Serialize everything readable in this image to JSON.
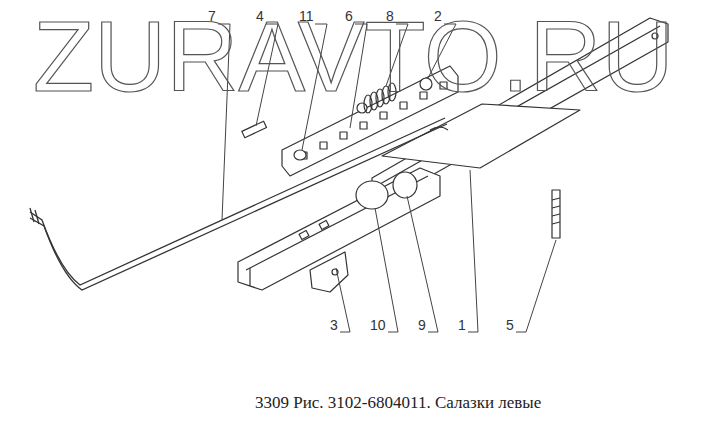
{
  "diagram": {
    "caption": "3309 Рис. 3102-6804011. Салазки левые",
    "labels": [
      "ZURAVTO.RU",
      "7",
      "4",
      "11",
      "6",
      "8",
      "2",
      "3",
      "10",
      "9",
      "1",
      "5"
    ]
  }
}
